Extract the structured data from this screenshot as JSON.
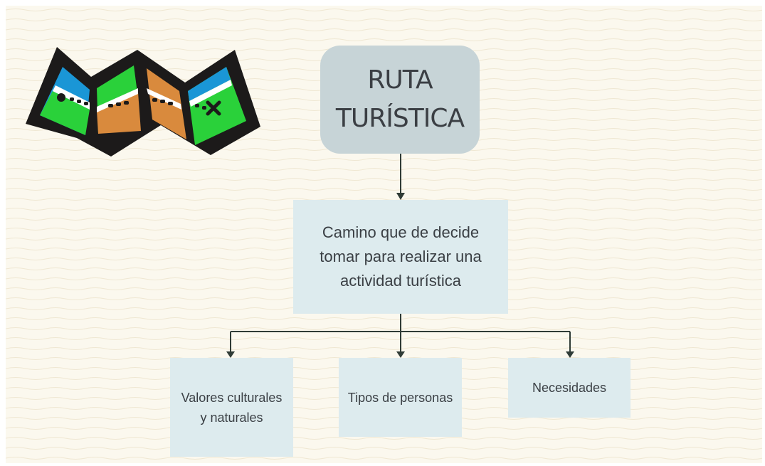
{
  "colors": {
    "background": "#fbf8ee",
    "title_fill": "#c7d4d7",
    "box_fill": "#ddebee",
    "text": "#3a3f44",
    "connector": "#2f3b36"
  },
  "icons": [
    "folded-map-icon"
  ],
  "diagram": {
    "title": "RUTA TURÍSTICA",
    "definition": "Camino que de decide tomar para realizar una actividad turística",
    "children": [
      {
        "label": "Valores culturales y naturales"
      },
      {
        "label": "Tipos de personas"
      },
      {
        "label": "Necesidades"
      }
    ]
  }
}
